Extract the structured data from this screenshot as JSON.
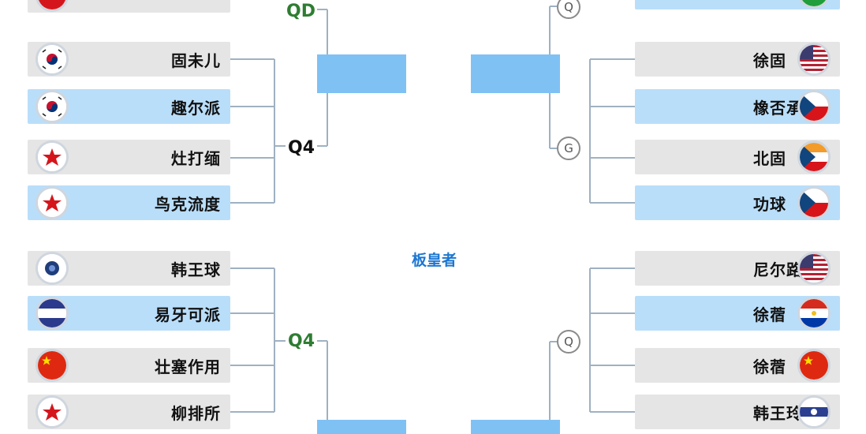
{
  "center_title": "板皇者",
  "labels": {
    "qd_top": "QD",
    "q4_left_mid": "Q4",
    "q4_left_bottom": "Q4",
    "node_top": "Q",
    "node_mid": "G",
    "node_bottom": "Q"
  },
  "left_teams": [
    {
      "name": "",
      "flag": "unknown",
      "fill": "gray"
    },
    {
      "name": "固未儿",
      "flag": "korea",
      "fill": "gray"
    },
    {
      "name": "趣尔派",
      "flag": "korea",
      "fill": "blue"
    },
    {
      "name": "灶打缅",
      "flag": "red-star",
      "fill": "gray"
    },
    {
      "name": "鸟克流度",
      "flag": "red-star",
      "fill": "blue"
    },
    {
      "name": "韩王球",
      "flag": "emblem",
      "fill": "gray"
    },
    {
      "name": "易牙可派",
      "flag": "tricolor",
      "fill": "blue"
    },
    {
      "name": "壮塞作用",
      "flag": "china",
      "fill": "gray"
    },
    {
      "name": "柳排所",
      "flag": "red-star",
      "fill": "gray"
    }
  ],
  "right_teams": [
    {
      "name": "",
      "flag": "green",
      "fill": "blue"
    },
    {
      "name": "徐固",
      "flag": "usa",
      "fill": "gray"
    },
    {
      "name": "橡否承",
      "flag": "czech",
      "fill": "blue"
    },
    {
      "name": "北固",
      "flag": "czech-orange",
      "fill": "gray"
    },
    {
      "name": "功球",
      "flag": "czech",
      "fill": "blue"
    },
    {
      "name": "尼尔路",
      "flag": "usa",
      "fill": "gray"
    },
    {
      "name": "徐蓿",
      "flag": "tricolor-red",
      "fill": "blue"
    },
    {
      "name": "徐蓿",
      "flag": "china",
      "fill": "gray"
    },
    {
      "name": "韩王玲",
      "flag": "emblem-blue",
      "fill": "gray"
    }
  ],
  "colors": {
    "slot_gray": "#e5e5e5",
    "slot_blue": "#b9defa",
    "box": "#80c1f4",
    "line": "#9fb1c2",
    "title": "#1c77d2",
    "green_label": "#2e7d32"
  }
}
